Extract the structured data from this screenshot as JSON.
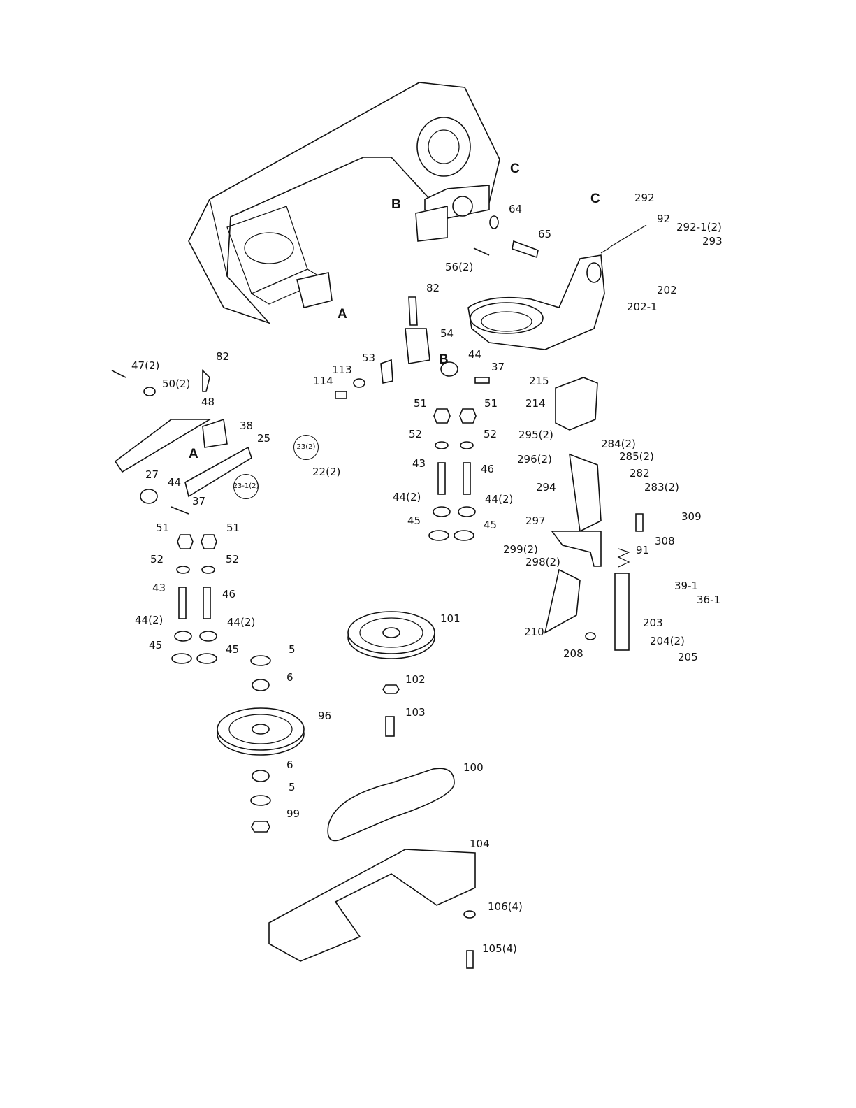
{
  "callouts": {
    "A1": "A",
    "A2": "A",
    "B1": "B",
    "B2": "B",
    "C1": "C",
    "C2": "C",
    "p292": "292",
    "p92": "92",
    "p292_1": "292-1(2)",
    "p293": "293",
    "p64": "64",
    "p65": "65",
    "p56": "56(2)",
    "p202": "202",
    "p202_1": "202-1",
    "p82a": "82",
    "p54": "54",
    "p53": "53",
    "p113": "113",
    "p114": "114",
    "p44a": "44",
    "p37a": "37",
    "p47": "47(2)",
    "p82b": "82",
    "p50": "50(2)",
    "p48": "48",
    "p38": "38",
    "p25": "25",
    "p23": "23(2)",
    "p23_1": "23-1(2)",
    "p22": "22(2)",
    "p27": "27",
    "p44b": "44",
    "p37b": "37",
    "p51a": "51",
    "p51b": "51",
    "p51c": "51",
    "p51d": "51",
    "p52a": "52",
    "p52b": "52",
    "p52c": "52",
    "p52d": "52",
    "p43a": "43",
    "p46a": "46",
    "p43b": "43",
    "p46b": "46",
    "p44_2a": "44(2)",
    "p44_2b": "44(2)",
    "p44_2c": "44(2)",
    "p44_2d": "44(2)",
    "p45a": "45",
    "p45b": "45",
    "p45c": "45",
    "p45d": "45",
    "p215": "215",
    "p214": "214",
    "p295": "295(2)",
    "p284": "284(2)",
    "p296": "296(2)",
    "p285": "285(2)",
    "p282": "282",
    "p294": "294",
    "p283": "283(2)",
    "p309": "309",
    "p297": "297",
    "p308": "308",
    "p299": "299(2)",
    "p298": "298(2)",
    "p91": "91",
    "p39_1": "39-1",
    "p36_1": "36-1",
    "p210": "210",
    "p203": "203",
    "p204": "204(2)",
    "p208": "208",
    "p205": "205",
    "p101": "101",
    "p102": "102",
    "p103": "103",
    "p5a": "5",
    "p6a": "6",
    "p96": "96",
    "p6b": "6",
    "p5b": "5",
    "p99": "99",
    "p100": "100",
    "p104": "104",
    "p106": "106(4)",
    "p105": "105(4)"
  }
}
